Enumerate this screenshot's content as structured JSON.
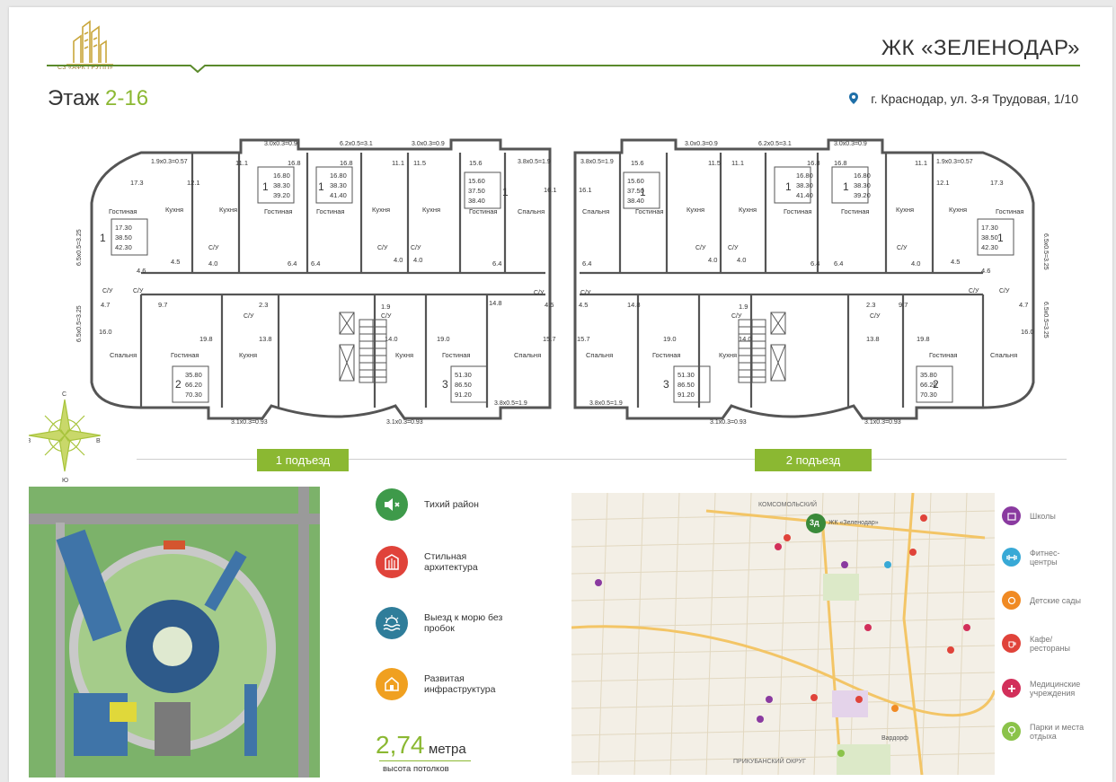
{
  "header": {
    "logo_text": "СЗ «АФК ГРУПП»",
    "complex_title": "ЖК «ЗЕЛЕНОДАР»",
    "floor_prefix": "Этаж ",
    "floor_range": "2-16",
    "address": "г. Краснодар,  ул. 3-я Трудовая, 1/10"
  },
  "colors": {
    "accent_green": "#8bb832",
    "dark_green": "#3e7d2a",
    "gold": "#c9a63b",
    "wall": "#555555"
  },
  "compass": {
    "north": "С",
    "south": "Ю",
    "west": "З",
    "east": "В"
  },
  "entrances": [
    "1 подъезд",
    "2 подъезд"
  ],
  "plan": {
    "room_names": {
      "living": "Гостиная",
      "kitchen": "Кухня",
      "bedroom": "Спальня",
      "bathroom": "С/У"
    },
    "apartments": [
      {
        "rooms": "1",
        "areas": [
          "17.30",
          "38.50",
          "42.30"
        ]
      },
      {
        "rooms": "1",
        "areas": [
          "16.80",
          "38.30",
          "39.20"
        ]
      },
      {
        "rooms": "1",
        "areas": [
          "16.80",
          "38.30",
          "41.40"
        ]
      },
      {
        "rooms": "1",
        "areas": [
          "15.60",
          "37.50",
          "38.40"
        ]
      },
      {
        "rooms": "2",
        "areas": [
          "35.80",
          "66.20",
          "70.30"
        ]
      },
      {
        "rooms": "3",
        "areas": [
          "51.30",
          "86.50",
          "91.20"
        ]
      },
      {
        "rooms": "1",
        "areas": [
          "15.60",
          "37.50",
          "38.40"
        ]
      },
      {
        "rooms": "1",
        "areas": [
          "16.80",
          "38.30",
          "41.40"
        ]
      },
      {
        "rooms": "1",
        "areas": [
          "16.80",
          "38.30",
          "39.20"
        ]
      },
      {
        "rooms": "1",
        "areas": [
          "17.30",
          "38.50",
          "42.30"
        ]
      },
      {
        "rooms": "3",
        "areas": [
          "51.30",
          "86.50",
          "91.20"
        ]
      },
      {
        "rooms": "2",
        "areas": [
          "35.80",
          "66.20",
          "70.30"
        ]
      }
    ],
    "balconies": {
      "b1": "1.9х0.3=0.57",
      "b2": "3.0х0.3=0.9",
      "b3": "6.2х0.5=3.1",
      "b4": "3.8х0.5=1.9",
      "b5": "3.1х0.3=0.93",
      "b6": "6.5х0.5=3.25"
    },
    "areas": {
      "a17_3": "17.3",
      "a12_1": "12.1",
      "a11_1": "11.1",
      "a16_8": "16.8",
      "a11_5": "11.5",
      "a15_6": "15.6",
      "a16_1": "16.1",
      "a4_0": "4.0",
      "a6_4": "6.4",
      "a4_5": "4.5",
      "a4_6": "4.6",
      "a4_7": "4.7",
      "a9_7": "9.7",
      "a2_3": "2.3",
      "a1_9": "1.9",
      "a16_0": "16.0",
      "a19_8": "19.8",
      "a13_8": "13.8",
      "a14_0": "14.0",
      "a19_0": "19.0",
      "a14_8": "14.8",
      "a15_7": "15.7"
    }
  },
  "features": [
    {
      "label": "Тихий район",
      "icon": "speaker-icon",
      "color": "#3e9a4a"
    },
    {
      "label": "Стильная архитектура",
      "icon": "building-icon",
      "color": "#e0433a"
    },
    {
      "label": "Выезд к морю без пробок",
      "icon": "sea-sunrise-icon",
      "color": "#2f7d9a"
    },
    {
      "label": "Развитая инфраструктура",
      "icon": "house-icon",
      "color": "#f0a020"
    }
  ],
  "ceiling": {
    "value": "2,74",
    "unit": "метра",
    "caption": "высота потолков"
  },
  "map": {
    "marker": "ЖК «Зеленодар»",
    "marker_badge": "3д",
    "place_labels": [
      "КОМСОМОЛЬСКИЙ",
      "ПРИКУБАНСКИЙ ОКРУГ",
      "Вардорф"
    ]
  },
  "legend": [
    {
      "label": "Школы",
      "icon": "school-icon",
      "color": "#8a3aa0"
    },
    {
      "label": "Фитнес-центры",
      "icon": "dumbbell-icon",
      "color": "#38a9d6"
    },
    {
      "label": "Детские сады",
      "icon": "kindergarten-icon",
      "color": "#f08a24"
    },
    {
      "label": "Кафе/ рестораны",
      "icon": "cafe-icon",
      "color": "#e0433a"
    },
    {
      "label": "Медицинские учреждения",
      "icon": "medical-icon",
      "color": "#d22f5a"
    },
    {
      "label": "Парки и места отдыха",
      "icon": "park-icon",
      "color": "#8bc34a"
    }
  ]
}
